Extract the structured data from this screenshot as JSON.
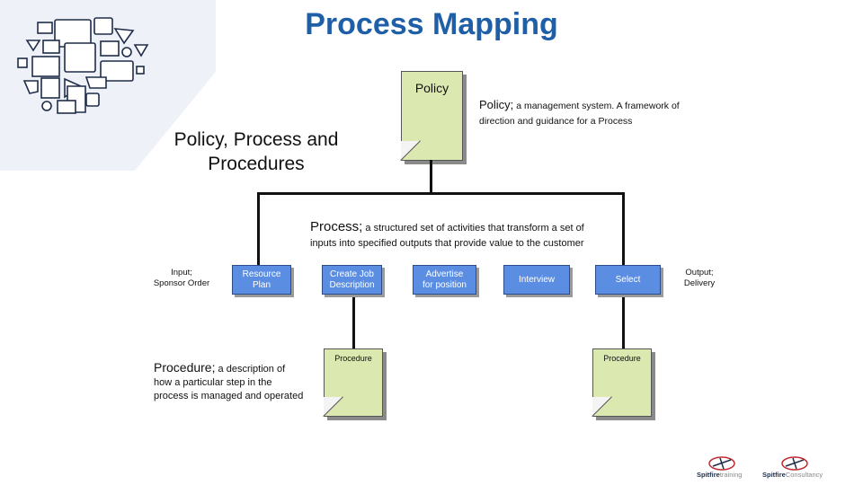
{
  "title": "Process Mapping",
  "section_title_line1": "Policy, Process and",
  "section_title_line2": "Procedures",
  "policy_doc_label": "Policy",
  "policy_def": {
    "term": "Policy;",
    "line1": " a management system. A framework of",
    "line2": "direction and guidance for a Process"
  },
  "process_def": {
    "term": "Process;",
    "line1": " a structured set of activities that transform a set of",
    "line2": "inputs into specified outputs that provide value to the customer"
  },
  "procedure_def": {
    "term": "Procedure;",
    "line1": " a description of",
    "line2": "how a particular step in the",
    "line3": "process is managed and operated"
  },
  "input_label": {
    "line1": "Input;",
    "line2": "Sponsor Order"
  },
  "output_label": {
    "line1": "Output;",
    "line2": "Delivery"
  },
  "steps": [
    {
      "line1": "Resource",
      "line2": "Plan"
    },
    {
      "line1": "Create Job",
      "line2": "Description"
    },
    {
      "line1": "Advertise",
      "line2": "for position"
    },
    {
      "line1": "Interview",
      "line2": ""
    },
    {
      "line1": "Select",
      "line2": ""
    }
  ],
  "procedure_doc_label": "Procedure",
  "logos": {
    "left": "Spitfire",
    "left_suffix": "training",
    "right": "Spitfire",
    "right_suffix": "Consultancy"
  },
  "colors": {
    "title": "#1f5fa8",
    "step_box": "#5b8ee3",
    "document": "#dbe8b0"
  }
}
